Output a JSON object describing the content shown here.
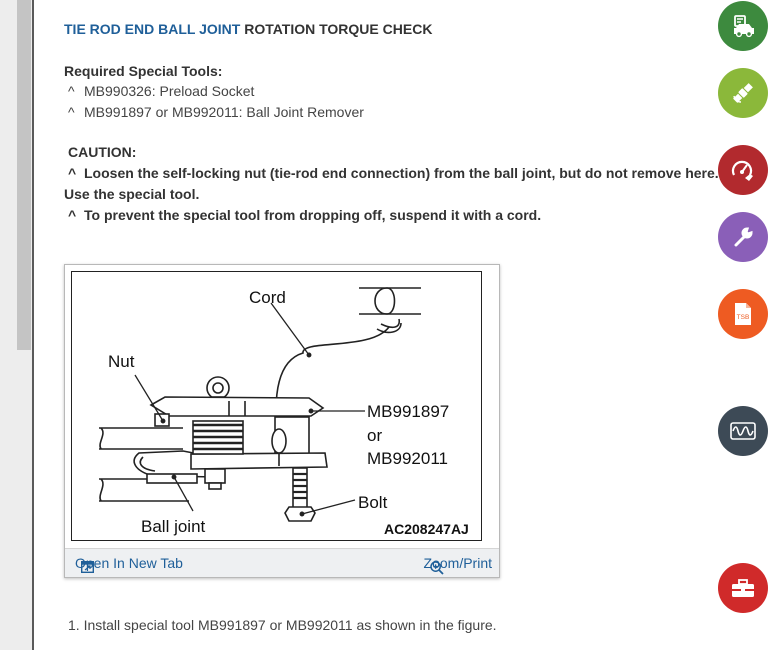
{
  "title": {
    "link": "TIE ROD END BALL JOINT",
    "rest": " ROTATION TORQUE CHECK"
  },
  "required_tools": {
    "heading": "Required Special Tools:",
    "items": [
      "MB990326: Preload Socket",
      "MB991897 or MB992011: Ball Joint Remover"
    ]
  },
  "caution": {
    "heading": "CAUTION:",
    "lines": [
      "Loosen the self-locking nut (tie-rod end connection) from the ball joint, but do not remove here.",
      "To prevent the special tool from dropping off, suspend it with a cord."
    ],
    "continuation": "Use the special tool."
  },
  "caret": "^",
  "figure": {
    "labels": {
      "cord": "Cord",
      "nut": "Nut",
      "tool1": "MB991897",
      "or": "or",
      "tool2": "MB992011",
      "bolt": "Bolt",
      "ball_joint": "Ball joint",
      "code": "AC208247AJ"
    },
    "open_tab": "Open In New Tab",
    "zoom": "Zoom/Print"
  },
  "steps": [
    "1. Install special tool MB991897 or MB992011 as shown in the figure."
  ],
  "side_buttons": [
    {
      "icon": "vehicle-icon",
      "color": "#3d8a3e"
    },
    {
      "icon": "satellite-icon",
      "color": "#8bb83a"
    },
    {
      "icon": "gauge-icon",
      "color": "#b22a2e"
    },
    {
      "icon": "wrench-icon",
      "color": "#8a5fb8"
    },
    {
      "icon": "tsb-document-icon",
      "color": "#ee5b22",
      "text": "TSB"
    },
    {
      "icon": "waveform-icon",
      "color": "#3d4a56"
    },
    {
      "icon": "toolbox-icon",
      "color": "#d02a2a"
    }
  ]
}
